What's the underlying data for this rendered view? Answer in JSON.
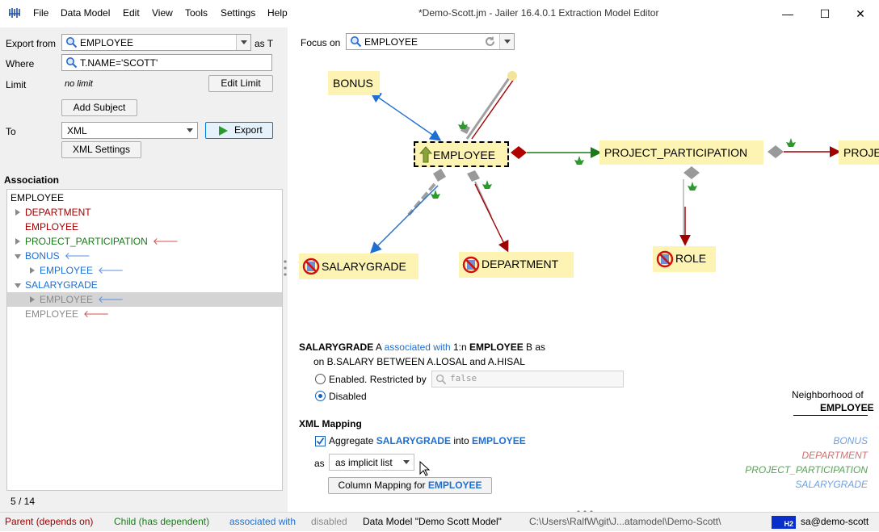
{
  "window": {
    "title": "*Demo-Scott.jm - Jailer 16.4.0.1 Extraction Model Editor",
    "menu": [
      "File",
      "Data Model",
      "Edit",
      "View",
      "Tools",
      "Settings",
      "Help"
    ],
    "controls": [
      "—",
      "☐",
      "✕"
    ]
  },
  "left": {
    "export_from_label": "Export from",
    "export_from_value": "EMPLOYEE",
    "as_label": "as T",
    "where_label": "Where",
    "where_value": "T.NAME='SCOTT'",
    "limit_label": "Limit",
    "limit_value": "no limit",
    "edit_limit_button": "Edit Limit",
    "add_subject_button": "Add Subject",
    "to_label": "To",
    "to_value": "XML",
    "export_button": "Export",
    "xml_settings_button": "XML Settings",
    "association_header": "Association",
    "tree": [
      {
        "label": "EMPLOYEE",
        "color": "#000000",
        "indent": 0,
        "toggle": "none",
        "arrow": ""
      },
      {
        "label": "DEPARTMENT",
        "color": "#a00000",
        "indent": 1,
        "toggle": "right",
        "arrow": ""
      },
      {
        "label": "EMPLOYEE",
        "color": "#a00000",
        "indent": 1,
        "toggle": "none",
        "arrow": ""
      },
      {
        "label": "PROJECT_PARTICIPATION",
        "color": "#1a7a1a",
        "indent": 1,
        "toggle": "right",
        "arrow": "🡐"
      },
      {
        "label": "BONUS",
        "color": "#1f6fd0",
        "indent": 1,
        "toggle": "down",
        "arrow": "🡐"
      },
      {
        "label": "EMPLOYEE",
        "color": "#1f6fd0",
        "indent": 2,
        "toggle": "right",
        "arrow": "🡐"
      },
      {
        "label": "SALARYGRADE",
        "color": "#1f6fd0",
        "indent": 1,
        "toggle": "down",
        "arrow": ""
      },
      {
        "label": "EMPLOYEE",
        "color": "#8a8a8a",
        "indent": 2,
        "toggle": "right",
        "arrow": "🡐",
        "selected": true
      },
      {
        "label": "EMPLOYEE",
        "color": "#8a8a8a",
        "indent": 1,
        "toggle": "none",
        "arrow": "🡐"
      }
    ],
    "counter": "5 / 14"
  },
  "graph": {
    "focus_label": "Focus on",
    "focus_value": "EMPLOYEE",
    "nodes": {
      "bonus": "BONUS",
      "employee": "EMPLOYEE",
      "project_participation": "PROJECT_PARTICIPATION",
      "project_cut": "PROJE",
      "salarygrade": "SALARYGRADE",
      "department": "DEPARTMENT",
      "role": "ROLE"
    }
  },
  "detail": {
    "src": "SALARYGRADE",
    "src_alias": "A",
    "assoc_text": "associated with",
    "cardinality": "1:n",
    "dst": "EMPLOYEE",
    "dst_alias": "B as",
    "condition": "on B.SALARY BETWEEN A.LOSAL and A.HISAL",
    "enabled_label": "Enabled. Restricted by",
    "restriction_placeholder": "false",
    "disabled_label": "Disabled",
    "xml_mapping_header": "XML Mapping",
    "aggregate_prefix": "Aggregate",
    "aggregate_src": "SALARYGRADE",
    "aggregate_into": "into",
    "aggregate_dst": "EMPLOYEE",
    "as_label": "as",
    "as_value": "as implicit list",
    "column_mapping_prefix": "Column Mapping for",
    "column_mapping_table": "EMPLOYEE"
  },
  "neighborhood": {
    "title": "Neighborhood of",
    "table": "EMPLOYEE",
    "items": [
      {
        "label": "BONUS",
        "color": "#6fa0e0"
      },
      {
        "label": "DEPARTMENT",
        "color": "#d07070"
      },
      {
        "label": "PROJECT_PARTICIPATION",
        "color": "#5aa05a"
      },
      {
        "label": "SALARYGRADE",
        "color": "#6fa0e0"
      }
    ]
  },
  "status": {
    "parent": "Parent (depends on)",
    "child": "Child (has dependent)",
    "associated": "associated with",
    "disabled": "disabled",
    "model": "Data Model \"Demo Scott Model\"",
    "path": "C:\\Users\\RalfW\\git\\J...atamodel\\Demo-Scott\\",
    "db_badge": "H2",
    "connection": "sa@demo-scott"
  },
  "colors": {
    "parent": "#a00000",
    "child": "#1a7a1a",
    "assoc": "#1f6fd0",
    "node_bg": "#fdf4b4"
  }
}
